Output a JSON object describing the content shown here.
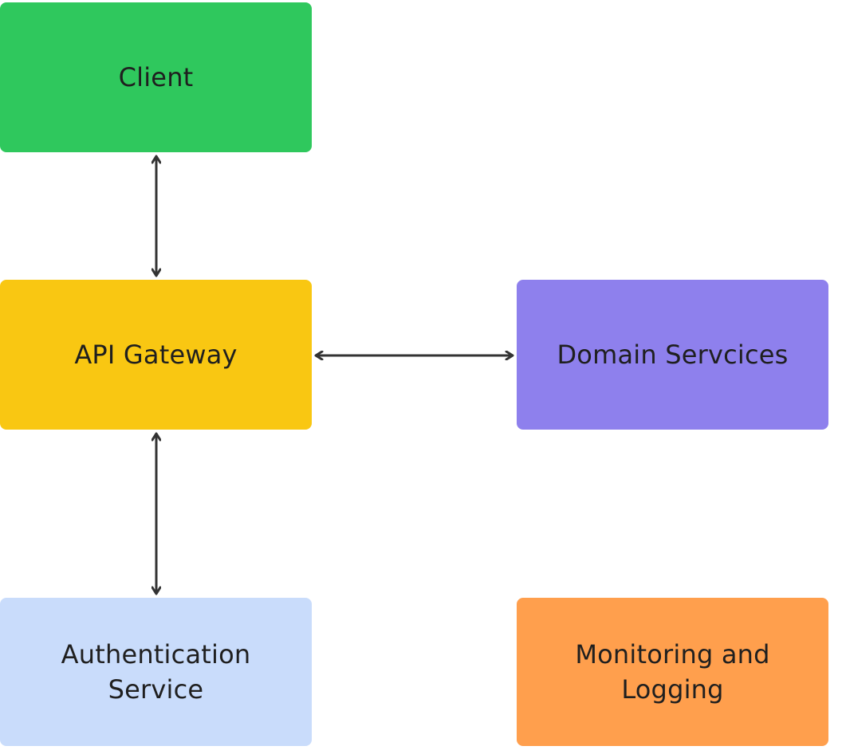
{
  "nodes": {
    "client": {
      "label": "Client",
      "color": "#2fc85d"
    },
    "api_gateway": {
      "label": "API Gateway",
      "color": "#f9c712"
    },
    "domain_services": {
      "label": "Domain Servcices",
      "color": "#8e80ed"
    },
    "auth_service": {
      "label": "Authentication\nService",
      "color": "#c9dcfb"
    },
    "monitoring": {
      "label": "Monitoring and\nLogging",
      "color": "#ff9f4d"
    }
  },
  "edges": [
    {
      "from": "client",
      "to": "api_gateway",
      "direction": "bidirectional"
    },
    {
      "from": "api_gateway",
      "to": "domain_services",
      "direction": "bidirectional"
    },
    {
      "from": "api_gateway",
      "to": "auth_service",
      "direction": "bidirectional"
    }
  ],
  "edge_color": "#333333"
}
